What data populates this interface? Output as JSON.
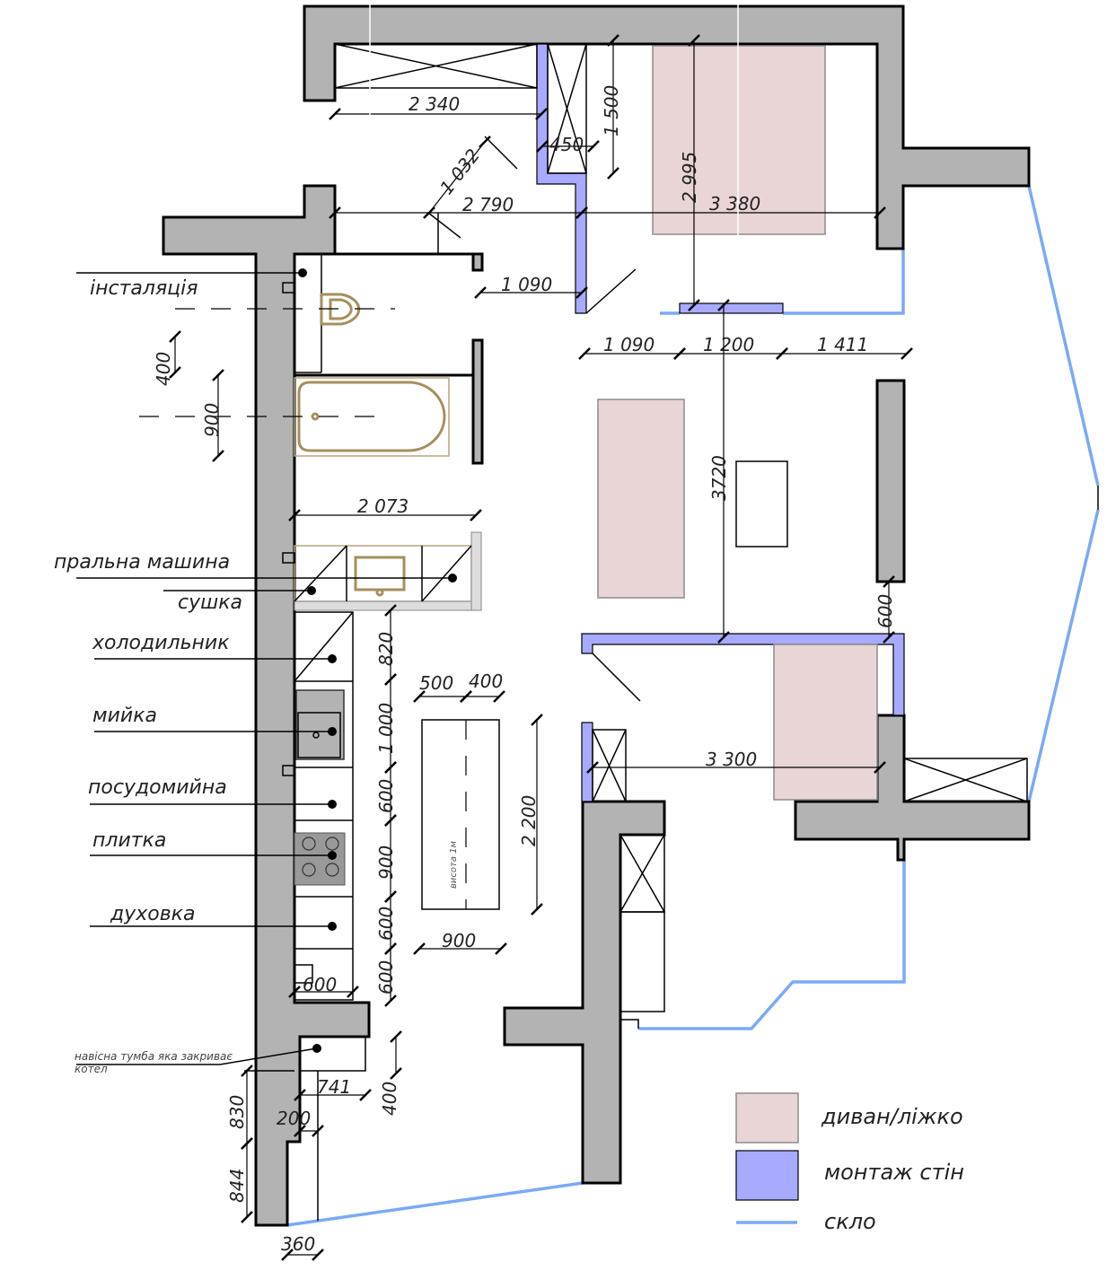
{
  "title": "Планування квартири",
  "colors": {
    "wall": "#b3b3b3",
    "new_wall": "#a8aaff",
    "sofa_bed": "#e9d5d5",
    "glass": "#7aa9f7",
    "plumbing": "#a58f5e"
  },
  "labels": {
    "installation": "інсталяція",
    "washing_machine": "пральна машина",
    "dryer": "сушка",
    "fridge": "холодильник",
    "sink": "мийка",
    "dishwasher": "посудомийна",
    "hob": "плитка",
    "oven": "духовка",
    "boiler_note_line1": "навісна тумба яка закриває",
    "boiler_note_line2": "котел",
    "island_height": "висота 1м"
  },
  "dimensions": {
    "wardrobe_width": "2 340",
    "closet_depth": "1 500",
    "closet_width": "450",
    "diagonal": "1 032",
    "hall_width": "2 790",
    "bedroom_width": "3 380",
    "bedroom_depth": "2 995",
    "bath_door_offset": "1 090",
    "seg_1090": "1 090",
    "seg_1200": "1 200",
    "seg_1411": "1 411",
    "bath_400": "400",
    "bath_900": "900",
    "bath_width": "2 073",
    "living_depth": "3720",
    "gap_600": "600",
    "kitchen_820": "820",
    "kitchen_1000": "1 000",
    "kitchen_600a": "600",
    "kitchen_900": "900",
    "kitchen_600b": "600",
    "kitchen_600c": "600",
    "kitchen_depth_600": "600",
    "island_500": "500",
    "island_400": "400",
    "island_length": "2 200",
    "island_width": "900",
    "bedroom2_width": "3 300",
    "niche_741": "741",
    "niche_400": "400",
    "wall_830": "830",
    "wall_200": "200",
    "wall_844": "844",
    "wall_360": "360"
  },
  "legend": [
    {
      "key": "sofa",
      "label": "диван/ліжко",
      "color": "#e9d5d5"
    },
    {
      "key": "new_wall",
      "label": "монтаж стін",
      "color": "#a8aaff"
    },
    {
      "key": "glass",
      "label": "скло",
      "color": "#7aa9f7"
    }
  ]
}
